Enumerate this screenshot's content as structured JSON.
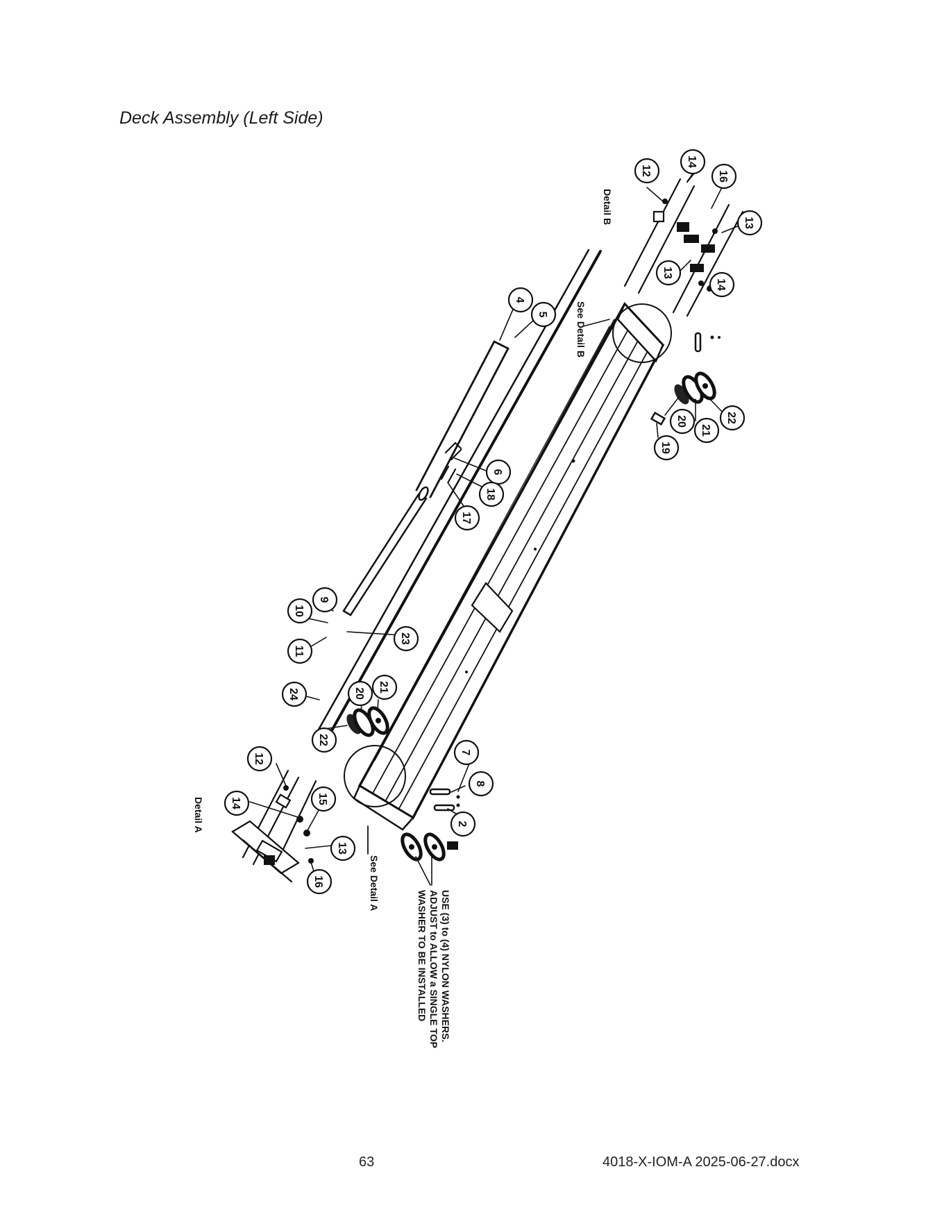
{
  "page": {
    "title": "Deck Assembly (Left Side)",
    "page_number": "63",
    "file_name": "4018-X-IOM-A 2025-06-27.docx"
  },
  "diagram": {
    "detail_a_label": "Detail A",
    "detail_b_label": "Detail B",
    "see_detail_a": "See Detail A",
    "see_detail_b": "See Detail B",
    "note_lines": [
      "USE (3) to (4) NYLON WASHERS.",
      "ADJUST to ALLOW a SINGLE TOP",
      "WASHER TO BE INSTALLED"
    ],
    "callouts": [
      {
        "id": "b12",
        "label": "12"
      },
      {
        "id": "b14a",
        "label": "14"
      },
      {
        "id": "b16",
        "label": "16"
      },
      {
        "id": "b13a",
        "label": "13"
      },
      {
        "id": "b13b",
        "label": "13"
      },
      {
        "id": "b14b",
        "label": "14"
      },
      {
        "id": "m4",
        "label": "4"
      },
      {
        "id": "m5",
        "label": "5"
      },
      {
        "id": "m6",
        "label": "6"
      },
      {
        "id": "m18",
        "label": "18"
      },
      {
        "id": "m17",
        "label": "17"
      },
      {
        "id": "m20r",
        "label": "20"
      },
      {
        "id": "m21r",
        "label": "21"
      },
      {
        "id": "m22r",
        "label": "22"
      },
      {
        "id": "m19",
        "label": "19"
      },
      {
        "id": "m9",
        "label": "9"
      },
      {
        "id": "m10",
        "label": "10"
      },
      {
        "id": "m11",
        "label": "11"
      },
      {
        "id": "m23",
        "label": "23"
      },
      {
        "id": "m24",
        "label": "24"
      },
      {
        "id": "m20l",
        "label": "20"
      },
      {
        "id": "m21l",
        "label": "21"
      },
      {
        "id": "m22l",
        "label": "22"
      },
      {
        "id": "m7",
        "label": "7"
      },
      {
        "id": "m8",
        "label": "8"
      },
      {
        "id": "m2",
        "label": "2"
      },
      {
        "id": "a12",
        "label": "12"
      },
      {
        "id": "a14",
        "label": "14"
      },
      {
        "id": "a15",
        "label": "15"
      },
      {
        "id": "a13",
        "label": "13"
      },
      {
        "id": "a16",
        "label": "16"
      }
    ]
  }
}
